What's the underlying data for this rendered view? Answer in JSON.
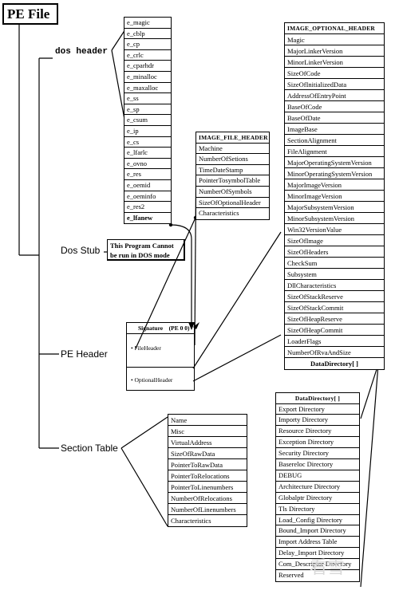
{
  "title": "PE File",
  "sections": {
    "dos_header": "dos header",
    "dos_stub": "Dos Stub",
    "pe_header": "PE Header",
    "section_table": "Section Table"
  },
  "dos_header_fields": [
    "e_magic",
    "e_cblp",
    "e_cp",
    "e_crlc",
    "e_cparhdr",
    "e_minalloc",
    "e_maxalloc",
    "e_ss",
    "e_sp",
    "e_csum",
    "e_ip",
    "e_cs",
    "e_lfarlc",
    "e_ovno",
    "e_res",
    "e_oemid",
    "e_oeminfo",
    "e_res2",
    "e_lfanew"
  ],
  "dos_stub_text": "This Program Cannot be run in DOS mode",
  "pe_header": {
    "signature": "Signature　(PE 0 0)",
    "items": [
      "FileHeader",
      "OptionalHeader"
    ],
    "bullet": "•"
  },
  "image_file_header": {
    "title": "IMAGE_FILE_HEADER",
    "fields": [
      "Machine",
      "NumberOfSetions",
      "TimeDateStamp",
      "PointerTosymbolTable",
      "NumberOfSymbols",
      "SizeOfOptionalHeader",
      "Characteristics"
    ]
  },
  "image_optional_header": {
    "title": "IMAGE_OPTIONAL_HEADER",
    "fields": [
      "Magic",
      "MajorLinkerVersion",
      "MinorLinkerVersion",
      "SizeOfCode",
      "SizeOfInitializedData",
      "AddressOfEntryPoint",
      "BaseOfCode",
      "BaseOfDate",
      "ImageBase",
      "SectionAlignment",
      "FileAlignment",
      "MajorOperatingSystemVersion",
      "MinorOperatingSystemVersion",
      "MajorImageVersion",
      "MinorImageVersion",
      "MajorSubsystemVersion",
      "MinorSubsystemVersion",
      "Win32VersionValue",
      "SizeOfImage",
      "SizeOfHeaders",
      "CheckSum",
      "Subsystem",
      "DllCharacteristics",
      "SizeOfStackReserve",
      "SizeOfStackCommit",
      "SizeOfHeapReserve",
      "SizeOfHeapCommit",
      "LoaderFlags",
      "NumberOfRvaAndSize",
      "DataDirectory[ ]"
    ]
  },
  "section_table_fields": [
    "Name",
    "Misc",
    "VirtualAddress",
    "SizeOfRawData",
    "PointerToRawData",
    "PointerToRelocations",
    "PointerToLinenumbers",
    "NumberOfRelocations",
    "NumberOfLinenumbers",
    "Characteristics"
  ],
  "data_directory": {
    "title": "DataDirectory[ ]",
    "fields": [
      "Export Directory",
      "Importy Directory",
      "Resource Directory",
      "Exception Directory",
      "Security Directory",
      "Basereloc Directory",
      "DEBUG",
      "Architecture Directory",
      "Globalptr Directory",
      "Tls Directory",
      "Load_Config Directory",
      "Bound_Import Directory",
      "Import Address Table",
      "Delay_Import Directory",
      "Com_Descriptor Directory",
      "Reserved"
    ]
  },
  "watermark": "看雪"
}
